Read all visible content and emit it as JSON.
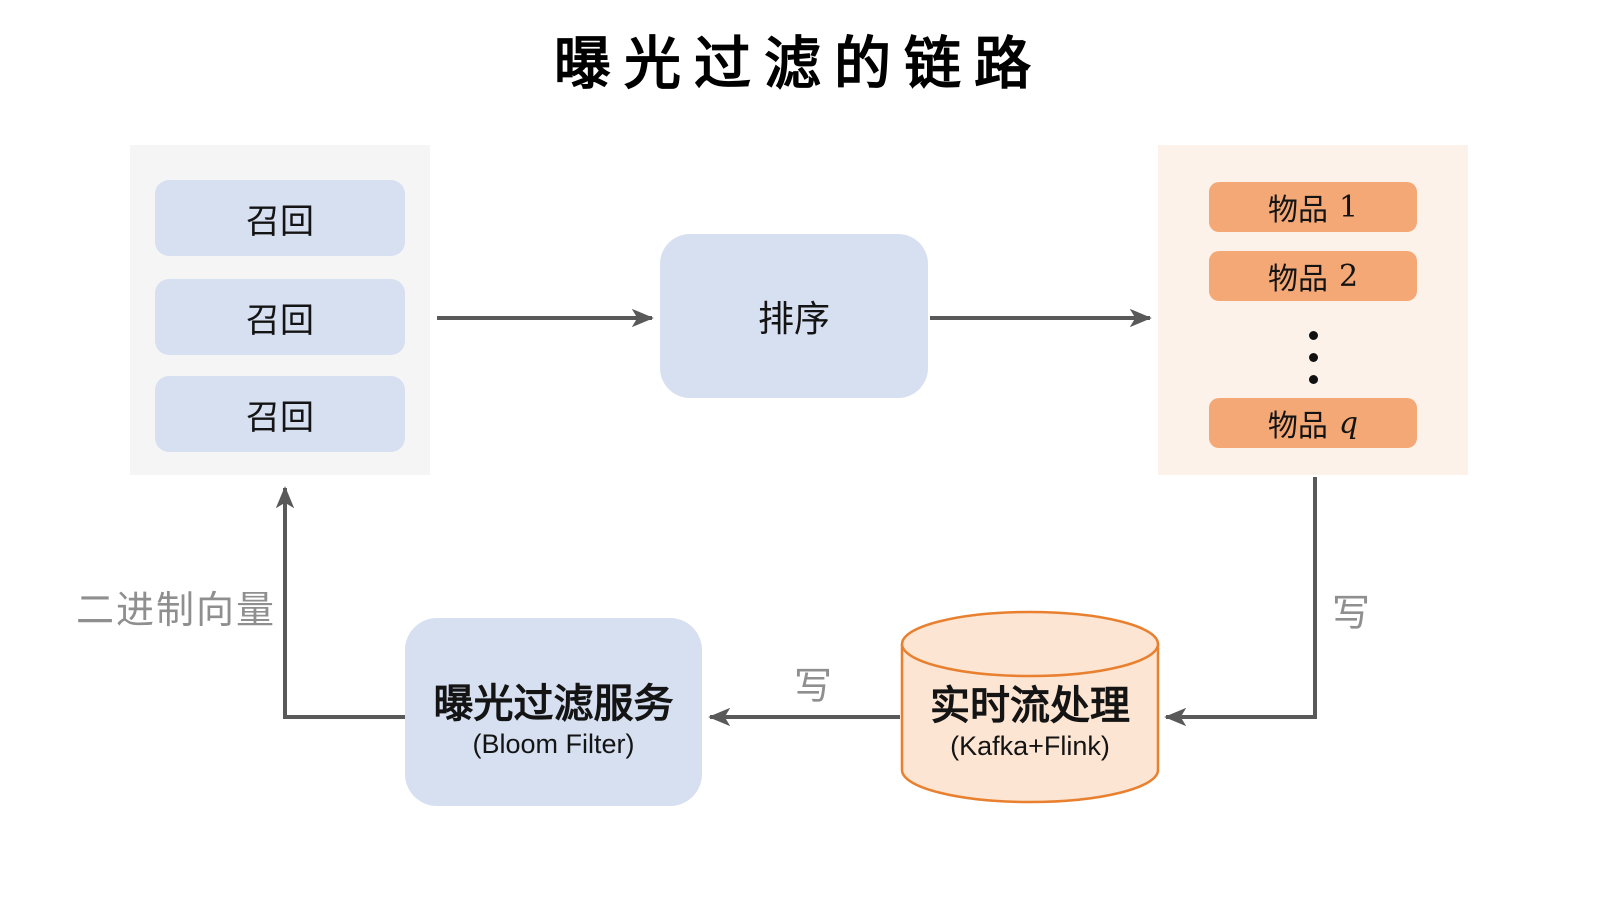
{
  "title": "曝光过滤的链路",
  "recall_group": {
    "items": [
      {
        "label": "召回"
      },
      {
        "label": "召回"
      },
      {
        "label": "召回"
      }
    ]
  },
  "ranking": {
    "label": "排序"
  },
  "items_panel": {
    "items": [
      {
        "name": "物品",
        "index": "1"
      },
      {
        "name": "物品",
        "index": "2"
      },
      {
        "name": "物品",
        "index": "q"
      }
    ],
    "ellipsis_icon": "vertical-ellipsis"
  },
  "stream_processor": {
    "title": "实时流处理",
    "subtitle": "(Kafka+Flink)"
  },
  "exposure_filter": {
    "title": "曝光过滤服务",
    "subtitle": "(Bloom Filter)"
  },
  "edge_labels": {
    "write_items_to_stream": "写",
    "write_stream_to_filter": "写",
    "binary_vector": "二进制向量"
  },
  "colors": {
    "arrow": "#595959",
    "edge_label": "#8f8f8f",
    "blue_node": "#d6e0f1",
    "gray_panel": "#f5f5f6",
    "peach_panel": "#fdf2ea",
    "orange_node": "#f3a876",
    "cylinder_fill": "#fce5d3",
    "cylinder_stroke": "#e8802f"
  }
}
